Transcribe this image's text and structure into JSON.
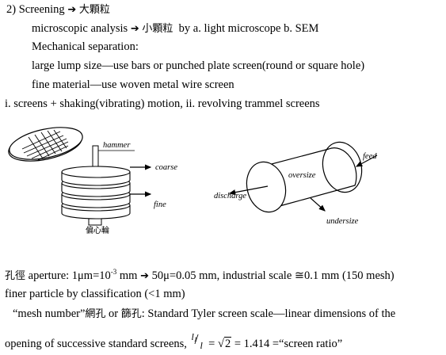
{
  "heading": {
    "prefix": "2) Screening",
    "arrow": "➔",
    "term": "大顆粒"
  },
  "line1": {
    "text": "microscopic analysis",
    "arrow": "➔",
    "term": "小顆粒",
    "rest": "by a. light microscope b. SEM"
  },
  "line2": "Mechanical separation:",
  "line3": "large lump size—use bars or punched plate screen(round or square hole)",
  "line4": "fine material—use woven metal wire screen",
  "line5": "i. screens + shaking(vibrating) motion, ii. revolving trammel screens",
  "figure": {
    "hammer": "hammer",
    "coarse": "coarse",
    "fine": "fine",
    "eccentric": "偏心輪",
    "feed": "feed",
    "oversize": "oversize",
    "discharge": "discharge",
    "undersize": "undersize"
  },
  "aperture": {
    "term": "孔徑",
    "a": "aperture: 1μm=10",
    "exp": "-3",
    "b": " mm",
    "arrow": "➔",
    "c": " 50μ=0.05 mm, industrial scale ≅0.1 mm (150 mesh)"
  },
  "finer": "finer particle by classification (<1 mm)",
  "mesh": {
    "a": "“mesh number”",
    "term1": "網孔",
    "b": " or ",
    "term2": "篩孔",
    "c": ": Standard Tyler screen scale—linear dimensions of the"
  },
  "opening": {
    "a": "opening of successive standard screens,",
    "num": "l",
    "numsub": "1",
    "den": "l",
    "eq1": " = ",
    "sqrtsign": "√",
    "radicand": "2",
    "eq2": " = 1.414 =“screen ratio”"
  }
}
